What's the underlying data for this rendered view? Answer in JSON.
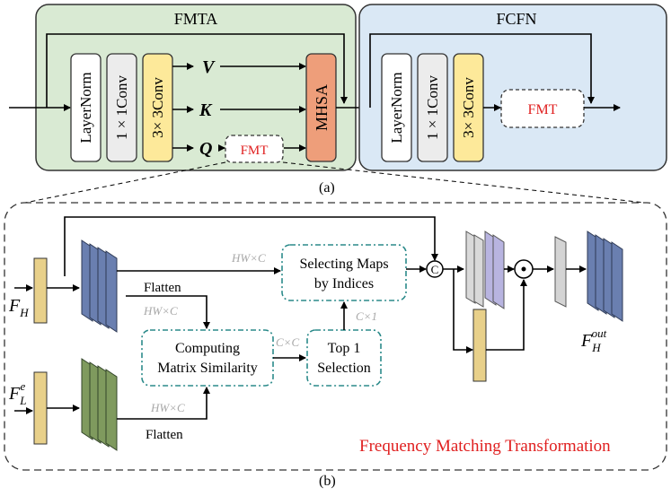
{
  "panel_a": {
    "fmta": {
      "title": "FMTA",
      "blocks": {
        "layernorm": "LayerNorm",
        "conv1x1": "1 × 1Conv",
        "conv3x3": "3× 3Conv",
        "mhsa": "MHSA",
        "fmt": "FMT"
      },
      "branches": {
        "v": "V",
        "k": "K",
        "q": "Q"
      }
    },
    "fcfn": {
      "title": "FCFN",
      "blocks": {
        "layernorm": "LayerNorm",
        "conv1x1": "1 × 1Conv",
        "conv3x3": "3× 3Conv",
        "fmt": "FMT"
      }
    },
    "caption": "(a)"
  },
  "panel_b": {
    "title": "Frequency Matching Transformation",
    "inputs": {
      "fh": "F",
      "fh_sub": "H",
      "fle": "F",
      "fle_sub": "L",
      "fle_sup": "e"
    },
    "output": {
      "base": "F",
      "sub": "H",
      "sup": "out"
    },
    "boxes": {
      "selecting_line1": "Selecting Maps",
      "selecting_line2": "by Indices",
      "computing_line1": "Computing",
      "computing_line2": "Matrix Similarity",
      "top1_line1": "Top 1",
      "top1_line2": "Selection"
    },
    "labels": {
      "flatten_top": "Flatten",
      "flatten_bottom": "Flatten",
      "hwc_1": "HW×C",
      "hwc_2": "HW×C",
      "hwc_3": "HW×C",
      "cxc": "C×C",
      "cx1": "C×1"
    },
    "ops": {
      "concat": "C",
      "multiply": "·"
    },
    "caption": "(b)"
  },
  "colors": {
    "fmta_bg": "#d9ead3",
    "fcfn_bg": "#dae8f5",
    "layernorm": "#ffffff",
    "conv1x1": "#ececec",
    "conv3x3": "#fde99a",
    "mhsa": "#ee9e7a",
    "fmt_text": "#e02020",
    "feature_blue": "#6a7fb0",
    "feature_green": "#7f9a5e",
    "feature_tan": "#e8d08a",
    "dash_box": "#2b8a8a",
    "faint_label": "#a8a8a8",
    "title_red": "#e02020"
  }
}
